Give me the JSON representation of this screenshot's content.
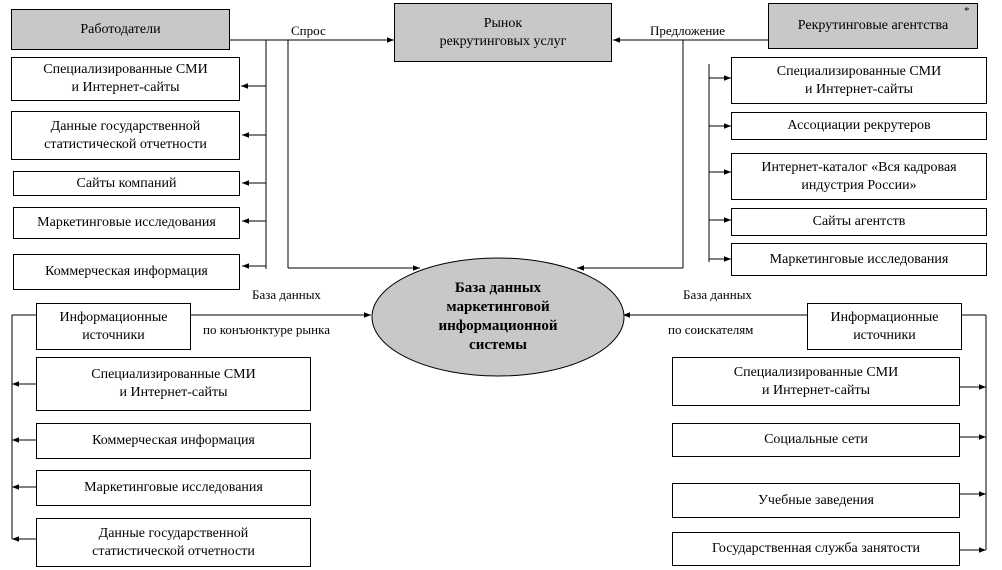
{
  "employers": {
    "title": "Работодатели",
    "sources": [
      "Специализированные СМИ\nи Интернет-сайты",
      "Данные государственной\nстатистической отчетности",
      "Сайты компаний",
      "Маркетинговые исследования",
      "Коммерческая информация"
    ]
  },
  "agencies": {
    "title": "Рекрутинговые агентства",
    "asterisk": "*",
    "sources": [
      "Специализированные СМИ\nи Интернет-сайты",
      "Ассоциации рекрутеров",
      "Интернет-каталог «Вся кадровая\nиндустрия России»",
      "Сайты агентств",
      "Маркетинговые исследования"
    ]
  },
  "market": {
    "title": "Рынок\nрекрутинговых услуг"
  },
  "labels": {
    "demand": "Спрос",
    "supply": "Предложение",
    "db_left_1": "База данных",
    "db_left_2": "по конъюнктуре рынка",
    "db_right_1": "База данных",
    "db_right_2": "по соискателям"
  },
  "center": {
    "title": "База данных\nмаркетинговой\nинформационной\nсистемы"
  },
  "left_info": {
    "title": "Информационные\nисточники",
    "sources": [
      "Специализированные СМИ\nи Интернет-сайты",
      "Коммерческая информация",
      "Маркетинговые исследования",
      "Данные государственной\nстатистической отчетности"
    ]
  },
  "right_info": {
    "title": "Информационные\nисточники",
    "sources": [
      "Специализированные СМИ\nи Интернет-сайты",
      "Социальные сети",
      "Учебные заведения",
      "Государственная служба занятости"
    ]
  }
}
